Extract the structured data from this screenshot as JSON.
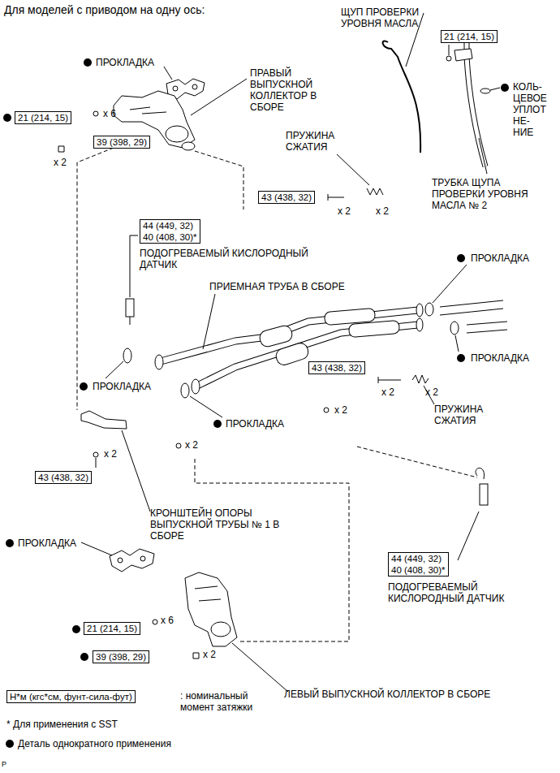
{
  "diagram": {
    "title": "Для моделей с приводом на одну ось:",
    "nodes": [
      {
        "text": [
          "21 (214, 15)"
        ]
      },
      {
        "text": [
          "39 (398, 29)"
        ]
      },
      {
        "text": [
          "21 (214, 15)"
        ]
      },
      {
        "text": [
          "43 (438, 32)"
        ]
      },
      {
        "text": [
          "44 (449, 32)",
          "40 (408, 30)*"
        ]
      },
      {
        "text": [
          "43 (438, 32)"
        ]
      },
      {
        "text": [
          "43 (438, 32)"
        ]
      },
      {
        "text": [
          "44 (449, 32)",
          "40 (408, 30)*"
        ]
      },
      {
        "text": [
          "21 (214, 15)"
        ]
      },
      {
        "text": [
          "39 (398, 29)"
        ]
      },
      {
        "text": [
          "Н*м (кгс*см, фунт-сила-фут)"
        ]
      }
    ],
    "labels": [
      "ПРОКЛАДКА",
      "ПРАВЫЙ ВЫПУСКНОЙ КОЛЛЕКТОР В СБОРЕ",
      "x 6",
      "x 2",
      "ЩУП ПРОВЕРКИ УРОВНЯ МАСЛА",
      "КОЛЬ- ЦЕВОЕ УПЛОТ НЕ- НИЕ",
      "ТРУБКА ЩУПА ПРОВЕРКИ УРОВНЯ МАСЛА № 2",
      "ПРУЖИНА СЖАТИЯ",
      "x 2",
      "x 2",
      "ПОДОГРЕВАЕМЫЙ КИСЛОРОДНЫЙ ДАТЧИК",
      "ПРИЕМНАЯ ТРУБА В СБОРЕ",
      "ПРОКЛАДКА",
      "ПРОКЛАДКА",
      "ПРОКЛАДКА",
      "x 2",
      "x 2",
      "ПРУЖИНА СЖАТИЯ",
      "x 2",
      "ПРОКЛАДКА",
      "x 2",
      "x 2",
      "КРОНШТЕЙН ОПОРЫ ВЫПУСКНОЙ ТРУБЫ № 1 В СБОРЕ",
      "ПРОКЛАДКА",
      "ПОДОГРЕВАЕМЫЙ КИСЛОРОДНЫЙ ДАТЧИК",
      "x 6",
      "x 2",
      "ЛЕВЫЙ ВЫПУСКНОЙ КОЛЛЕКТОР В СБОРЕ",
      "* Для применения с SST",
      "P"
    ],
    "legend": [
      {
        "text": ": номинальный момент затяжки"
      },
      {
        "text": "Деталь однократного применения",
        "color": "#000000"
      }
    ]
  }
}
